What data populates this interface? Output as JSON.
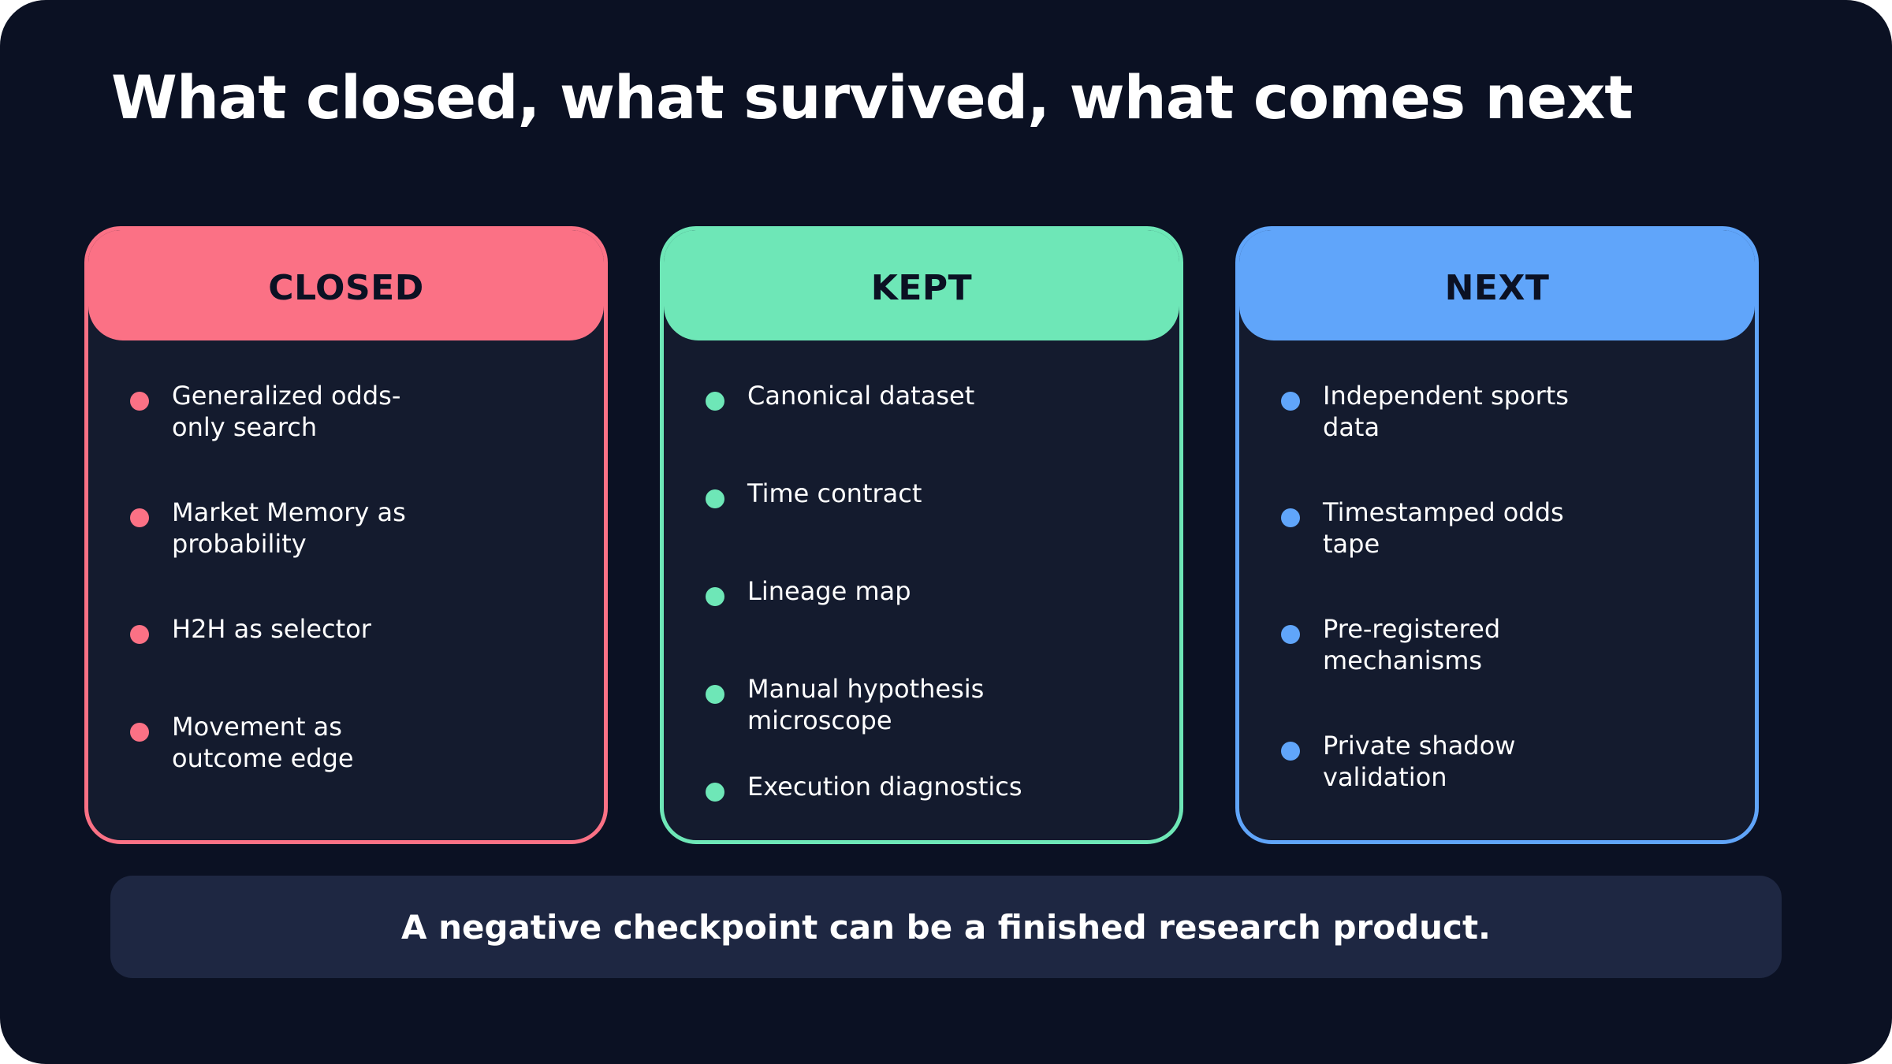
{
  "slide": {
    "title": "What closed, what survived, what comes next",
    "footer": "A negative checkpoint can be a finished research product."
  },
  "columns": [
    {
      "title": "CLOSED",
      "accent": "#fb7185",
      "items": [
        "Generalized odds-only search",
        "Market Memory as probability",
        "H2H as selector",
        "Movement as outcome edge"
      ]
    },
    {
      "title": "KEPT",
      "accent": "#6ee7b7",
      "items": [
        "Canonical dataset",
        "Time contract",
        "Lineage map",
        "Manual hypothesis microscope",
        "Execution diagnostics"
      ]
    },
    {
      "title": "NEXT",
      "accent": "#60a5fa",
      "items": [
        "Independent sports data",
        "Timestamped odds tape",
        "Pre-registered mechanisms",
        "Private shadow validation"
      ]
    }
  ],
  "colors": {
    "background": "#0b1123",
    "card_body": "#141b2e",
    "footer_bg": "#1e2742"
  }
}
